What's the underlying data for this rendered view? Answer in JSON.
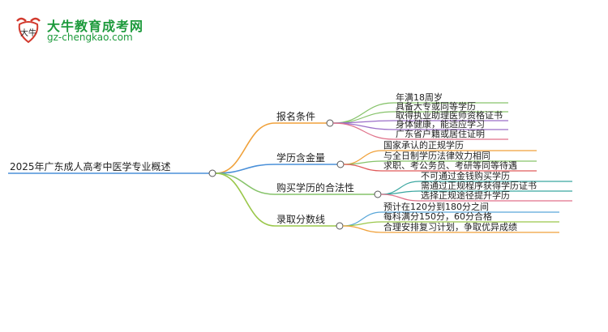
{
  "logo": {
    "title": "大牛教育成考网",
    "url": "gz-chengkao.com",
    "mark_text": "大牛"
  },
  "mindmap": {
    "root": "2025年广东成人高考中医学专业概述",
    "branches": [
      {
        "label": "报名条件",
        "color": "#f0a13a",
        "leaves": [
          {
            "text": "年满18周岁",
            "color": "#86c36a"
          },
          {
            "text": "具备大专或同等学历",
            "color": "#86c36a"
          },
          {
            "text": "取得执业助理医师资格证书",
            "color": "#9b6ec8"
          },
          {
            "text": "身体健康，能适应学习",
            "color": "#9b6ec8"
          },
          {
            "text": "广东省户籍或居住证明",
            "color": "#e0728a"
          }
        ]
      },
      {
        "label": "学历含金量",
        "color": "#4a90d9",
        "leaves": [
          {
            "text": "国家承认的正规学历",
            "color": "#f0a13a"
          },
          {
            "text": "与全日制学历法律效力相同",
            "color": "#86c36a"
          },
          {
            "text": "求职、考公务员、考研等同等待遇",
            "color": "#e05a5a"
          }
        ]
      },
      {
        "label": "购买学历的合法性",
        "color": "#86c36a",
        "leaves": [
          {
            "text": "不可通过金钱购买学历",
            "color": "#3aa6a0"
          },
          {
            "text": "需通过正规程序获得学历证书",
            "color": "#3aa6a0"
          },
          {
            "text": "选择正规途径提升学历",
            "color": "#e0728a"
          }
        ]
      },
      {
        "label": "录取分数线",
        "color": "#9ac74a",
        "leaves": [
          {
            "text": "预计在120分到180分之间",
            "color": "#5aa7d9"
          },
          {
            "text": "每科满分150分，60分合格",
            "color": "#9ac74a"
          },
          {
            "text": "合理安排复习计划，争取优异成绩",
            "color": "#f0a13a"
          }
        ]
      }
    ]
  },
  "colors": {
    "root_line": "#4a90d9",
    "node_fill": "#ffffff",
    "node_stroke": "#555555",
    "brand": "#1d9a3c"
  }
}
